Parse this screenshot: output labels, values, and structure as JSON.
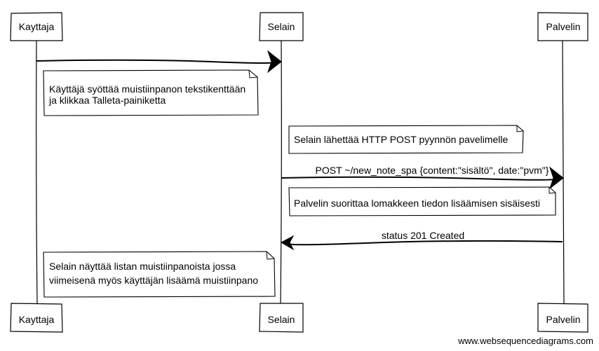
{
  "participants": [
    {
      "id": "kayttaja",
      "label": "Kayttaja"
    },
    {
      "id": "selain",
      "label": "Selain"
    },
    {
      "id": "palvelin",
      "label": "Palvelin"
    }
  ],
  "notes": {
    "n1_line1": "Käyttäjä syöttää muistiinpanon tekstikenttään",
    "n1_line2": "ja klikkaa Talleta-painiketta",
    "n2": "Selain lähettää HTTP POST pyynnön pavelimelle",
    "n3": "Palvelin suorittaa lomakkeen tiedon lisäämisen sisäisesti",
    "n4_line1": "Selain näyttää listan muistiinpanoista jossa",
    "n4_line2": "viimeisenä myös käyttäjän lisäämä muistiinpano"
  },
  "messages": {
    "m1": "",
    "m2": "POST ~/new_note_spa {content:\"sisältö\", date:\"pvm\"}",
    "m3": "status 201 Created"
  },
  "watermark": "www.websequencediagrams.com"
}
